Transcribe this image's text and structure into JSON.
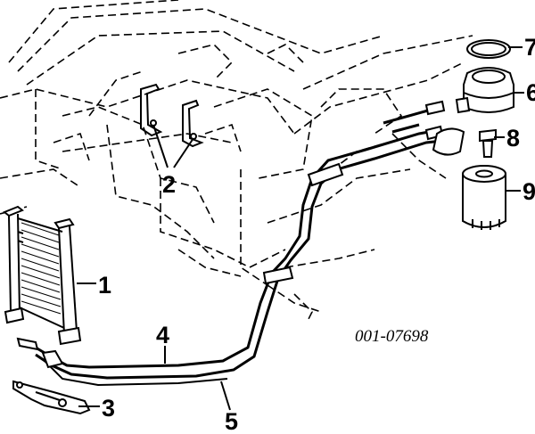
{
  "diagram": {
    "part_number": "001-07698",
    "callouts": [
      {
        "id": "1",
        "label": "1"
      },
      {
        "id": "2",
        "label": "2"
      },
      {
        "id": "3",
        "label": "3"
      },
      {
        "id": "4",
        "label": "4"
      },
      {
        "id": "5",
        "label": "5"
      },
      {
        "id": "6",
        "label": "6"
      },
      {
        "id": "7",
        "label": "7"
      },
      {
        "id": "8",
        "label": "8"
      },
      {
        "id": "9",
        "label": "9"
      }
    ]
  }
}
